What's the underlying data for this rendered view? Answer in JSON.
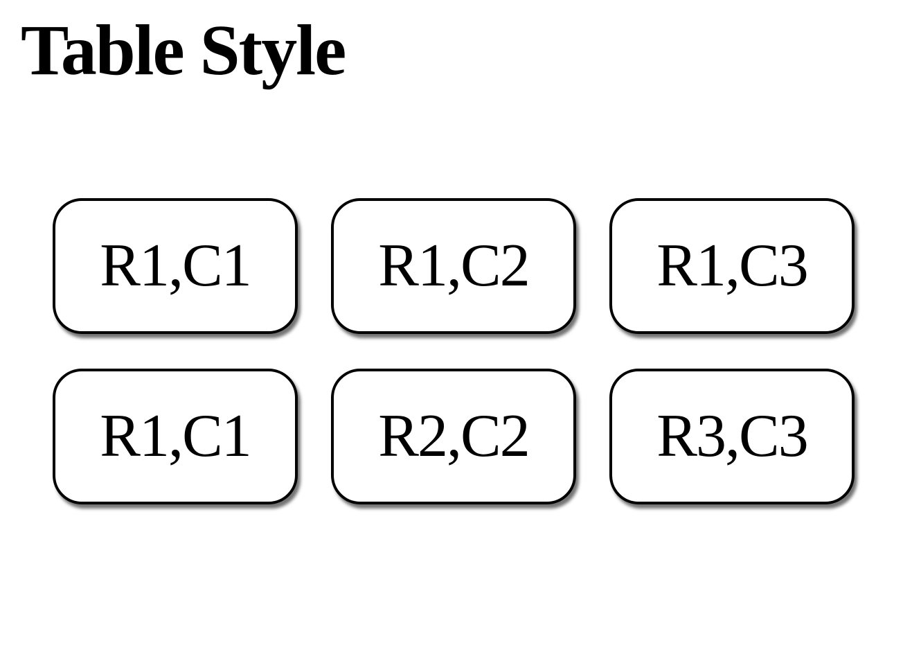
{
  "title": "Table Style",
  "cells": [
    [
      "R1,C1",
      "R1,C2",
      "R1,C3"
    ],
    [
      "R1,C1",
      "R2,C2",
      "R3,C3"
    ]
  ]
}
